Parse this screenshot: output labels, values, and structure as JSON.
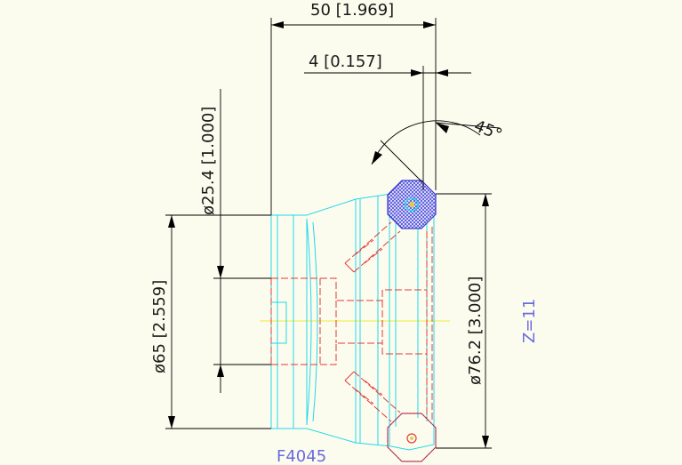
{
  "drawing": {
    "part_number": "F4045",
    "teeth_label": "Z=11",
    "dimensions": {
      "total_length": "50 [1.969]",
      "flange_width": "4 [0.157]",
      "angle": "45°",
      "bore_diameter": "ø25.4 [1.000]",
      "hub_diameter": "ø65 [2.559]",
      "cutter_diameter": "ø76.2 [3.000]"
    },
    "colors": {
      "background": "#fcfcee",
      "outline": "#22d8e8",
      "hidden": "#e23a3a",
      "insert_hatch": "#3a3ad0",
      "dimension": "#000000",
      "centerline": "#f0f060",
      "label": "#6a6ae0"
    }
  }
}
